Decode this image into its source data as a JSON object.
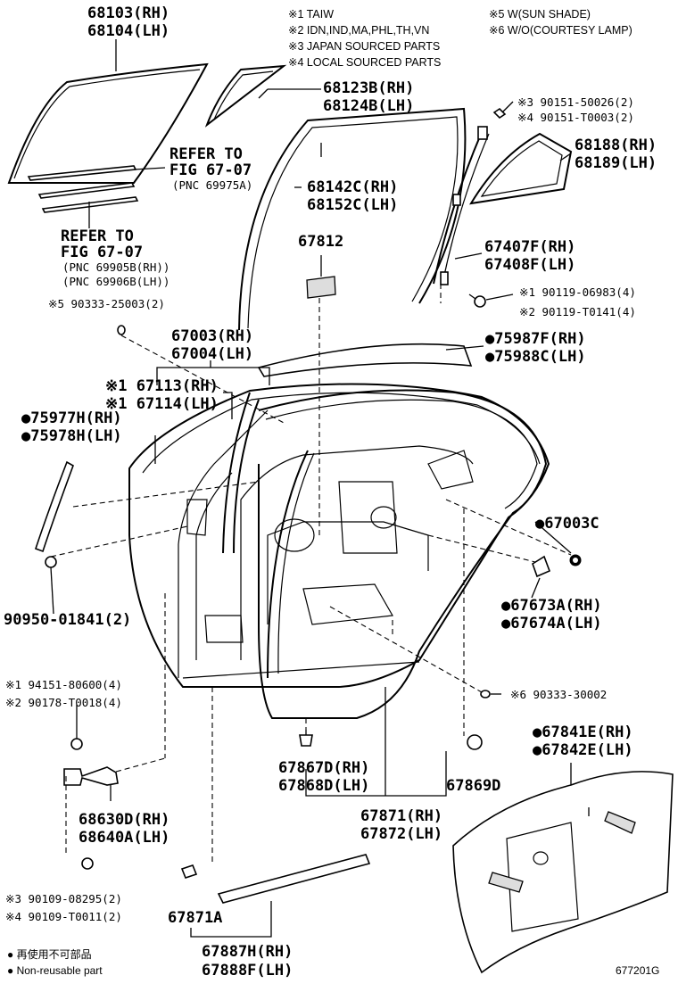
{
  "notes": [
    "※1 TAIW",
    "※2 IDN,IND,MA,PHL,TH,VN",
    "※3 JAPAN SOURCED PARTS",
    "※4 LOCAL SOURCED PARTS",
    "※5 W(SUN SHADE)",
    "※6 W/O(COURTESY LAMP)"
  ],
  "labels": {
    "glass_rh": "68103(RH)",
    "glass_lh": "68104(LH)",
    "qglass_rh": "68123B(RH)",
    "qglass_lh": "68124B(LH)",
    "refer1_a": "REFER TO",
    "refer1_b": "FIG 67-07",
    "refer1_c": "(PNC 69975A)",
    "refer2_a": "REFER TO",
    "refer2_b": "FIG 67-07",
    "refer2_c": "(PNC 69905B(RH))",
    "refer2_d": "(PNC 69906B(LH))",
    "run_rh": "68142C(RH)",
    "run_lh": "68152C(LH)",
    "screw1": "※3 90151-50026(2)",
    "screw2": "※4 90151-T0003(2)",
    "qseal_rh": "68188(RH)",
    "qseal_lh": "68189(LH)",
    "p67812": "67812",
    "frame_rh": "67407F(RH)",
    "frame_lh": "67408F(LH)",
    "bolt1": "※1 90119-06983(4)",
    "bolt2": "※2 90119-T0141(4)",
    "plug": "※5 90333-25003(2)",
    "panel_rh": "67003(RH)",
    "panel_lh": "67004(LH)",
    "mould_rh": "●75987F(RH)",
    "mould_lh": "●75988C(LH)",
    "seal_rh": "※1 67113(RH)",
    "seal_lh": "※1 67114(LH)",
    "tape_rh": "●75977H(RH)",
    "tape_lh": "●75978H(LH)",
    "p67003c": "●67003C",
    "clip": "90950-01841(2)",
    "cushion_rh": "●67673A(RH)",
    "cushion_lh": "●67674A(LH)",
    "ck1": "※1 94151-80600(4)",
    "ck2": "※2 90178-T0018(4)",
    "plug2": "※6 90333-30002",
    "cover_rh": "●67841E(RH)",
    "cover_lh": "●67842E(LH)",
    "clip2_rh": "67867D(RH)",
    "clip2_lh": "67868D(LH)",
    "p67869d": "67869D",
    "check_rh": "68630D(RH)",
    "check_lh": "68640A(LH)",
    "ws_rh": "67871(RH)",
    "ws_lh": "67872(LH)",
    "b3": "※3 90109-08295(2)",
    "b4": "※4 90109-T0011(2)",
    "p67871a": "67871A",
    "sill_rh": "67887H(RH)",
    "sill_lh": "67888F(LH)",
    "legend1": "● 再使用不可部品",
    "legend2": "● Non-reusable part",
    "figure_id": "677201G"
  }
}
